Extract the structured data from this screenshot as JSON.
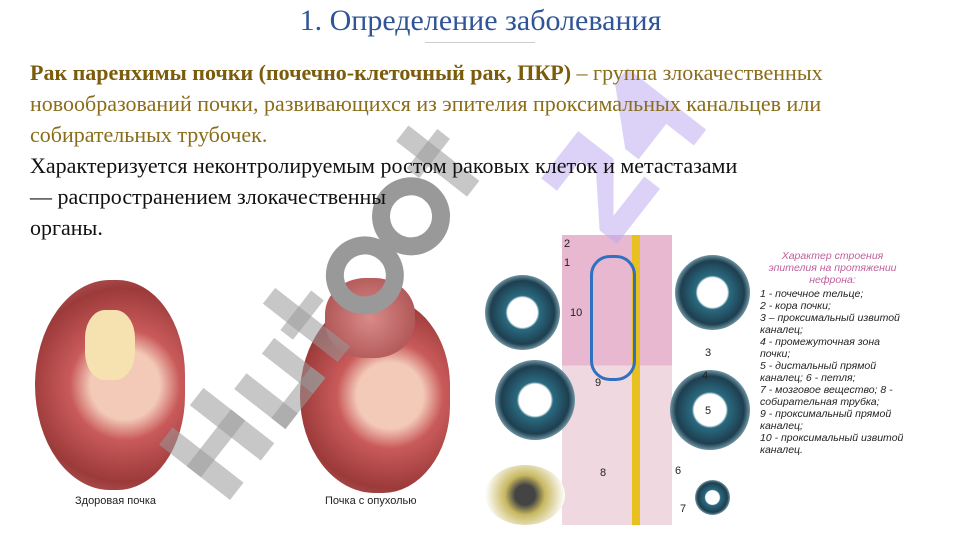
{
  "title": "1. Определение заболевания",
  "paragraph": {
    "lead": "Рак паренхимы почки (почечно-клеточный рак, ПКР)",
    "rest": " – группа злокачественных новообразований почки, развивающихся из эпителия проксимальных канальцев или собирательных трубочек.",
    "line2": "Характеризуется неконтролируемым ростом раковых клеток и метастазами",
    "line3": "— распространением злокачественны",
    "line4": "органы."
  },
  "figures": {
    "healthy_caption": "Здоровая почка",
    "tumor_caption": "Почка с опухолью"
  },
  "legend": {
    "title": "Характер строения эпителия на протяжении нефрона:",
    "items": [
      "1 - почечное тельце;",
      "2 - кора почки;",
      "3 – проксимальный извитой каналец;",
      "4 - промежуточная зона почки;",
      "5 - дистальный прямой каналец; 6 - петля;",
      "7 - мозговое вещество; 8 - собирательная трубка;",
      "9 - проксимальный прямой каналец;",
      "10 - проксимальный извитой каналец."
    ]
  },
  "diagram_numbers": [
    "1",
    "2",
    "3",
    "4",
    "5",
    "6",
    "7",
    "8",
    "9",
    "10"
  ],
  "watermark": "Hufgot24"
}
